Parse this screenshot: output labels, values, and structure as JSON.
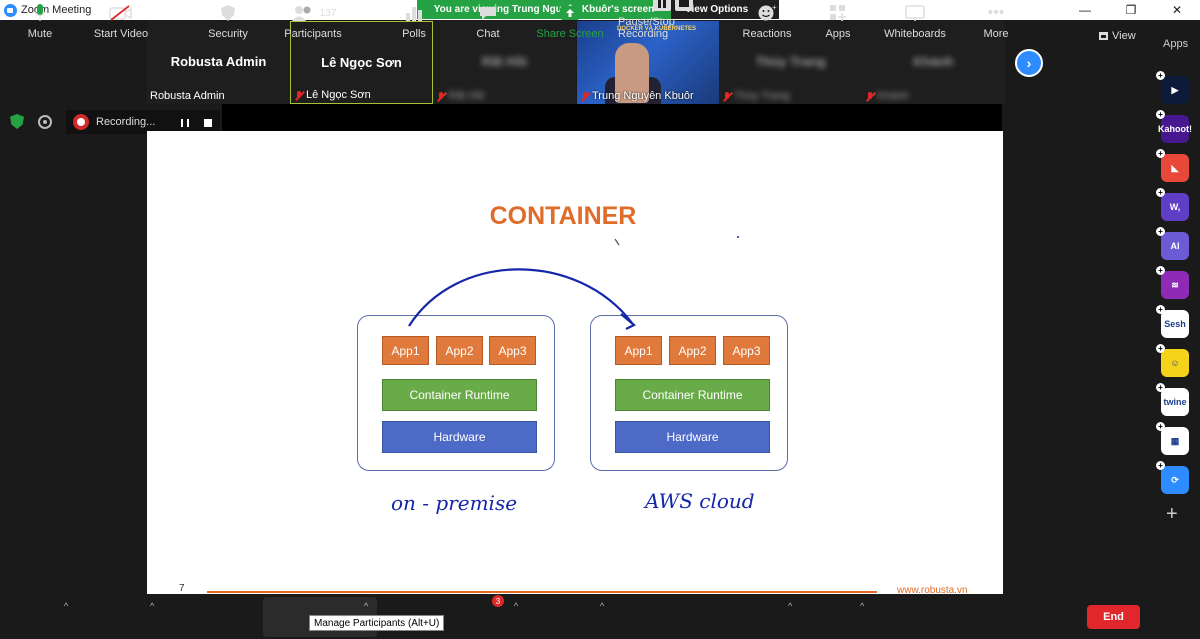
{
  "window": {
    "title": "Zoom Meeting",
    "minimize": "—",
    "restore": "❐",
    "close": "✕"
  },
  "banner": {
    "text": "You are viewing Trung Nguyên Kbuôr's screen",
    "options_label": "View Options",
    "caret": "⌄"
  },
  "participants": [
    {
      "big": "Robusta Admin",
      "small": "Robusta Admin",
      "muted": false
    },
    {
      "big": "Lê Ngọc Sơn",
      "small": "Lê Ngọc Sơn",
      "muted": true,
      "active": true
    },
    {
      "big": "Rất Hồi",
      "small": "Rất Hồi",
      "muted": true,
      "blurred": true
    },
    {
      "video": true,
      "small": "Trung Nguyên Kbuôr",
      "muted": true
    },
    {
      "big": "Thùy Trang",
      "small": "Thùy Trang",
      "muted": true,
      "blurred": true
    },
    {
      "big": "Khánh",
      "small": "Khánh",
      "muted": true,
      "blurred": true
    }
  ],
  "video_tile": {
    "slide_text": "DOCKER VÀ KUBERNETES"
  },
  "view_button": "View",
  "next_arrow": "›",
  "recording": {
    "label": "Recording..."
  },
  "slide": {
    "title": "CONTAINER",
    "left_env": {
      "apps": [
        "App1",
        "App2",
        "App3"
      ],
      "runtime": "Container Runtime",
      "hardware": "Hardware",
      "handwritten": "on - premise"
    },
    "right_env": {
      "apps": [
        "App1",
        "App2",
        "App3"
      ],
      "runtime": "Container Runtime",
      "hardware": "Hardware",
      "handwritten": "AWS cloud"
    },
    "page_number": "7",
    "footer_url": "www.robusta.vn"
  },
  "apps_panel": {
    "label": "Apps",
    "icons": [
      {
        "name": "app-arrow-icon",
        "text": "▶",
        "color": "#0d1a3a"
      },
      {
        "name": "kahoot-icon",
        "text": "Kahoot!",
        "color": "#46178f"
      },
      {
        "name": "app-orange-icon",
        "text": "◣",
        "color": "#e8483a"
      },
      {
        "name": "wooclap-icon",
        "text": "W,",
        "color": "#5f3dc4"
      },
      {
        "name": "ai-companion-icon",
        "text": "AI",
        "color": "#6b5cd6"
      },
      {
        "name": "app-signal-icon",
        "text": "≋",
        "color": "#8e2ab5"
      },
      {
        "name": "sesh-icon",
        "text": "Sesh",
        "color": "#ffffff"
      },
      {
        "name": "app-emoji-icon",
        "text": "☺",
        "color": "#f5d31a"
      },
      {
        "name": "twine-icon",
        "text": "twine",
        "color": "#ffffff"
      },
      {
        "name": "app-grid-icon",
        "text": "▦",
        "color": "#ffffff"
      },
      {
        "name": "app-sync-icon",
        "text": "⟳",
        "color": "#2d8cff"
      }
    ],
    "add": "+"
  },
  "toolbar": {
    "mute": "Mute",
    "start_video": "Start Video",
    "security": "Security",
    "participants_count": "137",
    "participants_label": "Participants",
    "participants_tooltip": "Manage Participants (Alt+U)",
    "polls": "Polls",
    "chat": "Chat",
    "chat_badge": "3",
    "share_screen": "Share Screen",
    "pause_recording": "Pause/Stop Recording",
    "reactions": "Reactions",
    "apps": "Apps",
    "whiteboards": "Whiteboards",
    "more": "More",
    "end": "End"
  },
  "colors": {
    "accent_orange": "#e06c2a",
    "runtime_green": "#6aab49",
    "hardware_blue": "#4d6bc6",
    "zoom_blue": "#2d8cff",
    "banner_green": "#25a244",
    "end_red": "#e0282c",
    "ink_blue": "#1427a8"
  }
}
